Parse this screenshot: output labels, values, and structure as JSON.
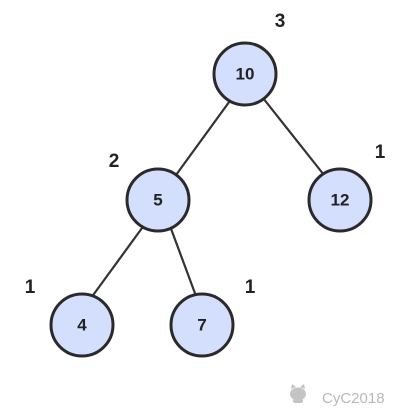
{
  "tree": {
    "nodes": [
      {
        "id": "n10",
        "value": "10",
        "height": "3"
      },
      {
        "id": "n5",
        "value": "5",
        "height": "2"
      },
      {
        "id": "n12",
        "value": "12",
        "height": "1"
      },
      {
        "id": "n4",
        "value": "4",
        "height": "1"
      },
      {
        "id": "n7",
        "value": "7",
        "height": "1"
      }
    ],
    "edges": [
      {
        "from": "n10",
        "to": "n5"
      },
      {
        "from": "n10",
        "to": "n12"
      },
      {
        "from": "n5",
        "to": "n4"
      },
      {
        "from": "n5",
        "to": "n7"
      }
    ]
  },
  "watermark": {
    "text": "CyC2018",
    "icon": "github-octocat-icon"
  },
  "colors": {
    "node_fill": "#d4dffd",
    "node_stroke": "#2a2a2a",
    "edge": "#333333",
    "watermark": "#b9b9b9"
  }
}
